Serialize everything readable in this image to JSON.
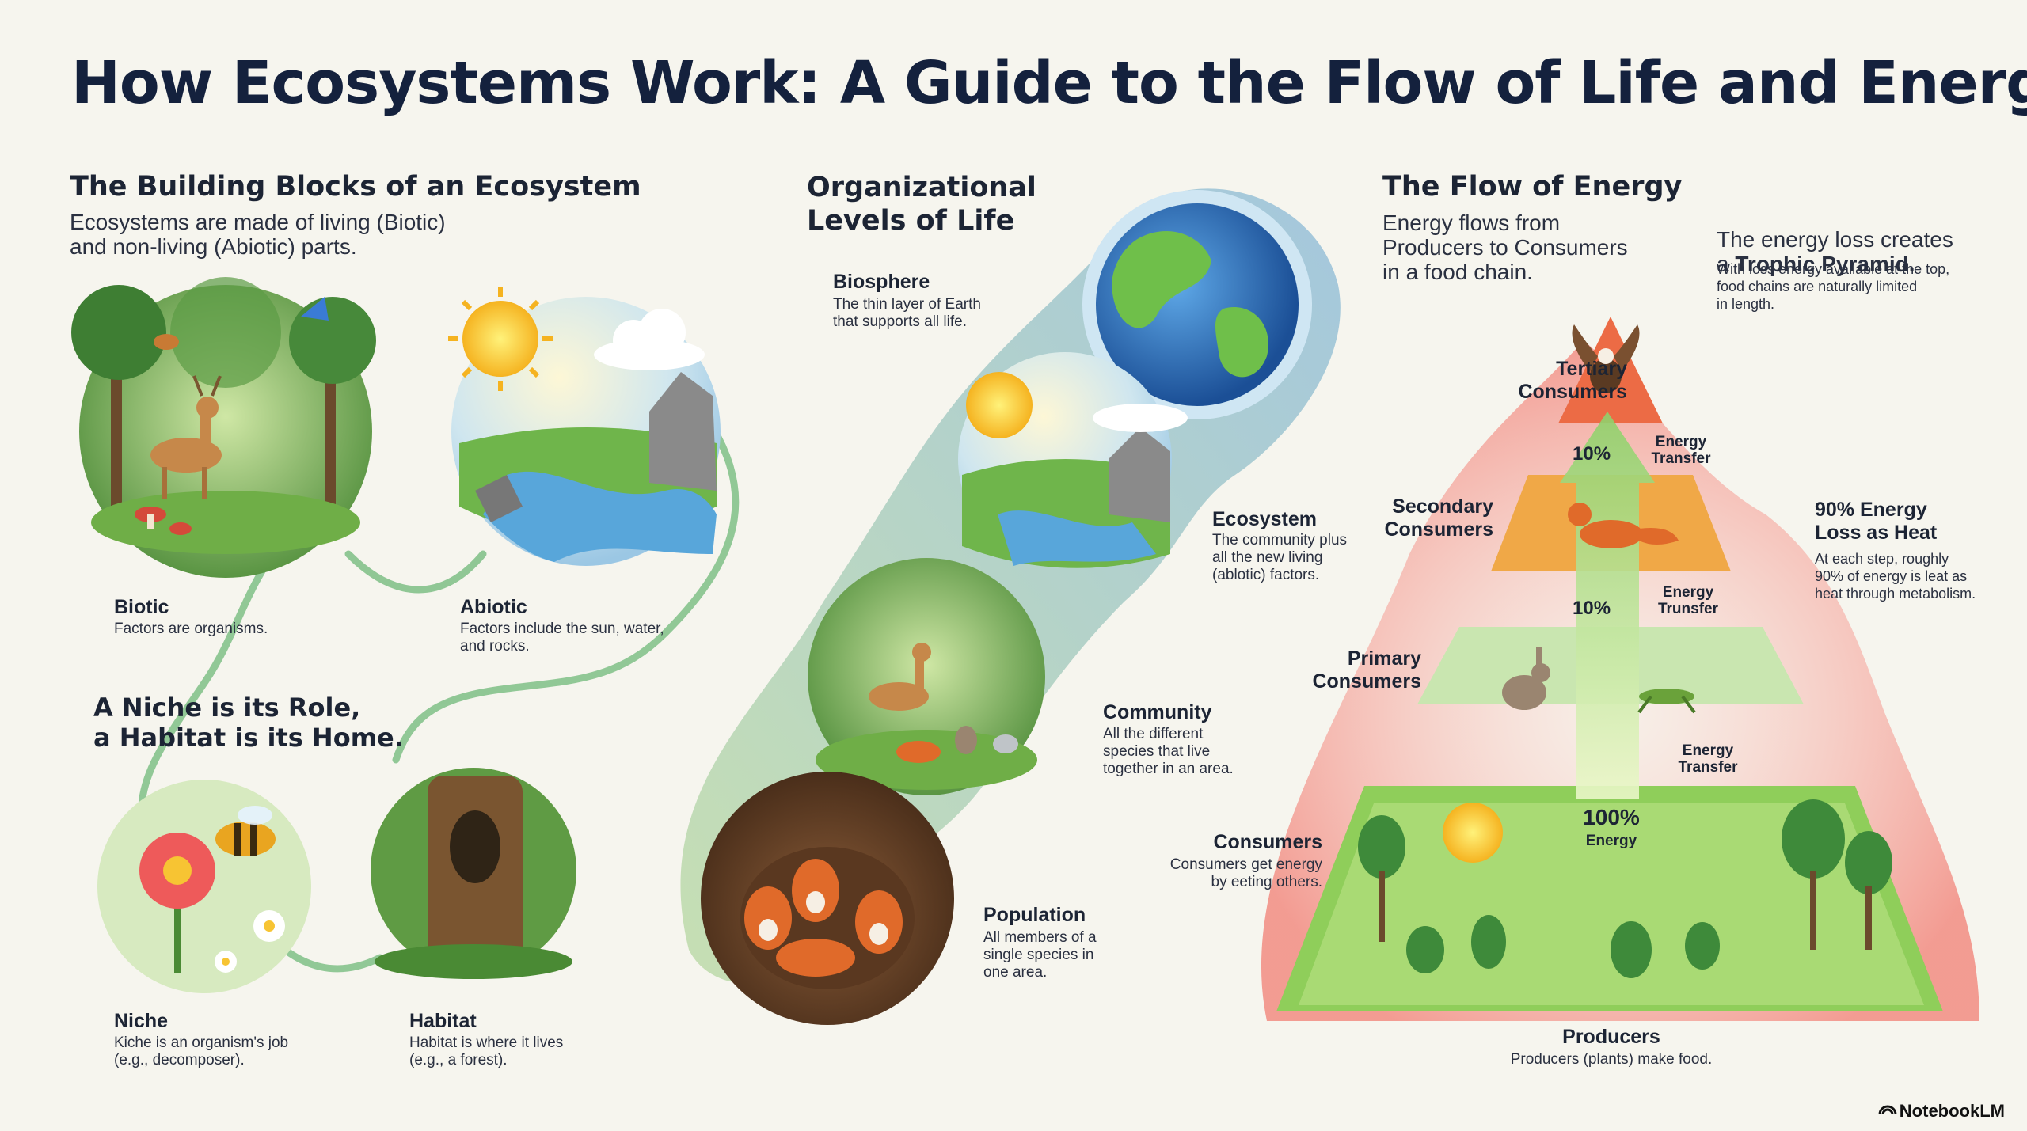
{
  "title": "How Ecosystems Work: A Guide to the Flow of Life and Energy",
  "building_blocks": {
    "heading": "The Building Blocks of an Ecosystem",
    "intro": "Ecosystems are made of living (Biotic)\nand non-living (Abiotic) parts.",
    "biotic": {
      "label": "Biotic",
      "desc": "Factors are organisms."
    },
    "abiotic": {
      "label": "Abiotic",
      "desc": "Factors include the sun, water,\nand rocks."
    },
    "niche_heading": "A Niche is its Role,\na Habitat is its Home.",
    "niche": {
      "label": "Niche",
      "desc": "Kiche is an organism's job\n(e.g., decomposer)."
    },
    "habitat": {
      "label": "Habitat",
      "desc": "Habitat is where it lives\n(e.g., a forest)."
    }
  },
  "levels": {
    "heading": "Organizational\nLevels of Life",
    "biosphere": {
      "label": "Biosphere",
      "desc": "The thin layer of Earth\nthat supports all life."
    },
    "ecosystem": {
      "label": "Ecosystem",
      "desc": "The community plus\nall the new living\n(ablotic) factors."
    },
    "community": {
      "label": "Community",
      "desc": "All the different\nspecies that live\ntogether in an area."
    },
    "population": {
      "label": "Population",
      "desc": "All members of a\nsingle species in\none area."
    }
  },
  "energy": {
    "heading": "The Flow of Energy",
    "intro": "Energy flows from\nProducers to Consumers\nin a food chain.",
    "loss_intro": "The energy loss creates\na",
    "loss_bold": "Trophic Pyramid.",
    "loss_note": "With loss energy available at the top,\nfood chains are naturally limited\nin length.",
    "tertiary": "Tertiary\nConsumers",
    "secondary": "Secondary\nConsumers",
    "primary": "Primary\nConsumers",
    "consumers_label": "Consumers",
    "consumers_desc": "Consumers get energy\nby eeting others.",
    "producers_label": "Producers",
    "producers_desc": "Producers (plants) make food.",
    "heat_label": "90% Energy\nLoss as Heat",
    "heat_desc": "At each step, roughly\n90% of energy is leat as\nheat through metabolism.",
    "pct_top": "10%",
    "pct_mid": "10%",
    "pct_base": "100%",
    "energy_word": "Energy",
    "transfer_1": "Energy\nTransfer",
    "transfer_2": "Energy\nTrunsfer",
    "transfer_3": "Energy\nTransfer"
  },
  "brand": "NotebookLM",
  "colors": {
    "title": "#14213d",
    "producer": "#8fce5a",
    "primary": "#c9e6b0",
    "secondary": "#f0a847",
    "tertiary": "#ec6b45",
    "heat": "#f28c82"
  }
}
